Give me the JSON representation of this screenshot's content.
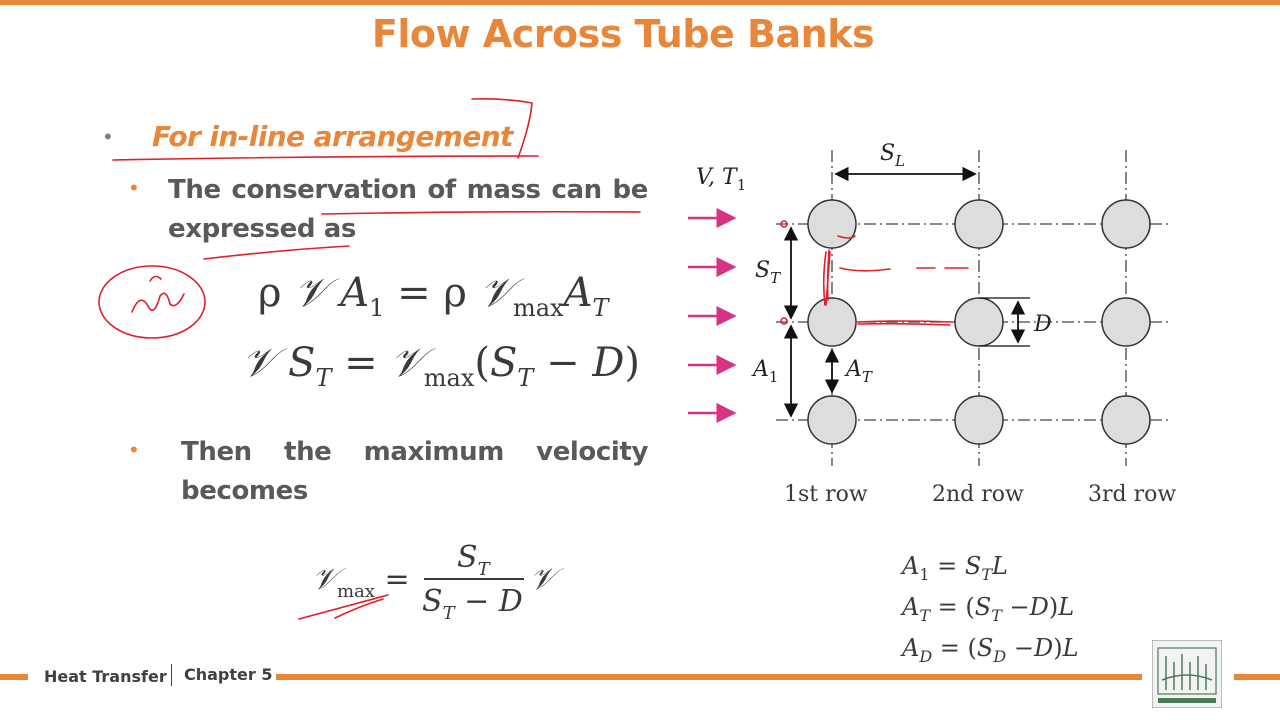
{
  "slide": {
    "title": "Flow Across Tube Banks",
    "bullet1": "For in-line arrangement",
    "bullet2": "The conservation of mass can be expressed as",
    "bullet3": "Then the maximum velocity becomes"
  },
  "diagram": {
    "inlet_label": "V, T",
    "sl_label": "S",
    "st_label": "S",
    "d_label": "D",
    "a1_label": "A",
    "at_label": "A",
    "rows": [
      "1st row",
      "2nd row",
      "3rd row"
    ]
  },
  "area_equations": [
    "A1 = STL",
    "AT = (ST −D)L",
    "AD = (SD −D)L"
  ],
  "footer": {
    "course": "Heat Transfer",
    "chapter": "Chapter 5"
  },
  "colors": {
    "accent": "#e8863a",
    "arrow": "#d63384",
    "ink": "#e0202a"
  }
}
